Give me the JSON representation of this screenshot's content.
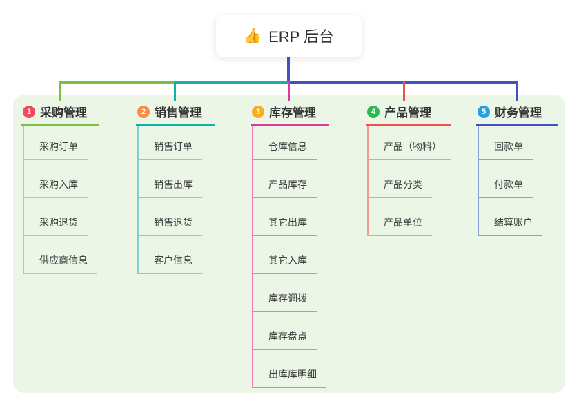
{
  "root": {
    "icon": "👍",
    "label": "ERP 后台"
  },
  "branches": [
    {
      "index": "1",
      "label": "采购管理",
      "badge_color": "#f4485e",
      "line_color": "#7cbf3e",
      "child_line_color": "#a9d488",
      "children": [
        "采购订单",
        "采购入库",
        "采购退货",
        "供应商信息"
      ]
    },
    {
      "index": "2",
      "label": "销售管理",
      "badge_color": "#fa8c49",
      "line_color": "#12b2a9",
      "child_line_color": "#7fd2ca",
      "children": [
        "销售订单",
        "销售出库",
        "销售退货",
        "客户信息"
      ]
    },
    {
      "index": "3",
      "label": "库存管理",
      "badge_color": "#fbab1f",
      "line_color": "#dc3a9d",
      "child_line_color": "#f17ab8",
      "children": [
        "仓库信息",
        "产品库存",
        "其它出库",
        "其它入库",
        "库存调拨",
        "库存盘点",
        "出库库明细"
      ]
    },
    {
      "index": "4",
      "label": "产品管理",
      "badge_color": "#2eb84e",
      "line_color": "#f0514d",
      "child_line_color": "#f59b97",
      "children": [
        "产品（物料）",
        "产品分类",
        "产品单位"
      ]
    },
    {
      "index": "5",
      "label": "财务管理",
      "badge_color": "#28a0d8",
      "line_color": "#4153c1",
      "child_line_color": "#8ba1d6",
      "children": [
        "回款单",
        "付款单",
        "结算账户"
      ]
    }
  ],
  "colors": {
    "canvas_background": "#ffffff",
    "panel_background": "#ebf6e6",
    "stem": "#4153c1",
    "text_primary": "#333333",
    "text_child": "#3f3f3f"
  }
}
